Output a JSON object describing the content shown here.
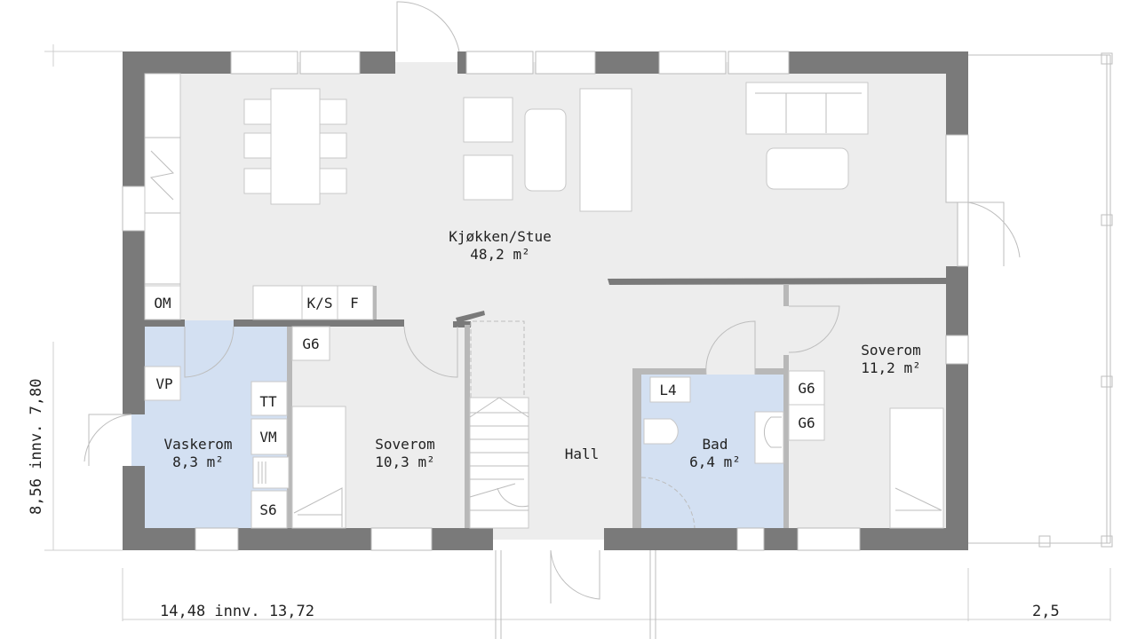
{
  "rooms": {
    "kjokken": {
      "name": "Kjøkken/Stue",
      "area": "48,2 m²"
    },
    "vaskerom": {
      "name": "Vaskerom",
      "area": "8,3 m²"
    },
    "soverom1": {
      "name": "Soverom",
      "area": "10,3 m²"
    },
    "hall": {
      "name": "Hall"
    },
    "bad": {
      "name": "Bad",
      "area": "6,4 m²"
    },
    "soverom2": {
      "name": "Soverom",
      "area": "11,2 m²"
    }
  },
  "fixtures": {
    "om": "OM",
    "ks": "K/S",
    "f": "F",
    "g6_1": "G6",
    "vp": "VP",
    "tt": "TT",
    "vm": "VM",
    "s6": "S6",
    "l4": "L4",
    "g6_2": "G6",
    "g6_3": "G6"
  },
  "dimensions": {
    "height": "8,56 innv. 7,80",
    "width": "14,48 innv. 13,72",
    "terrace": "2,5"
  },
  "colors": {
    "wall": "#7a7a7a",
    "floor": "#ededed",
    "wet_room": "#d3e0f2"
  }
}
